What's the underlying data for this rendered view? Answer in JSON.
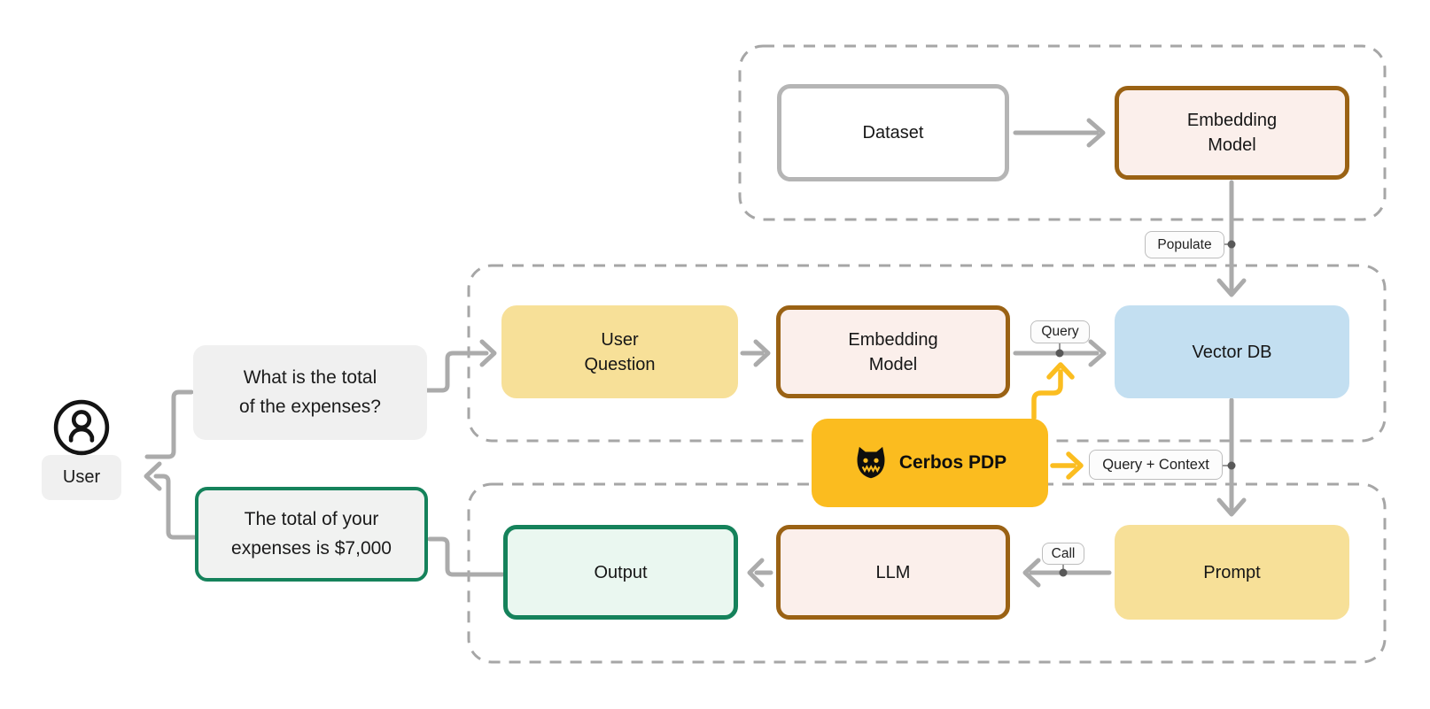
{
  "user": {
    "label": "User",
    "question": "What is the total\nof the expenses?",
    "answer": "The total of your\nexpenses is $7,000"
  },
  "nodes": {
    "dataset": "Dataset",
    "embedding_top": "Embedding\nModel",
    "user_question": "User\nQuestion",
    "embedding_mid": "Embedding\nModel",
    "vector_db": "Vector DB",
    "cerbos": "Cerbos PDP",
    "output": "Output",
    "llm": "LLM",
    "prompt": "Prompt"
  },
  "edge_labels": {
    "populate": "Populate",
    "query": "Query",
    "query_context": "Query + Context",
    "call": "Call"
  },
  "colors": {
    "wire_gray": "#ABABAB",
    "wire_yellow": "#FBBD20",
    "dashed_border": "#A6A6A6",
    "node_pink_fill": "#FBEFEB",
    "node_brown_border": "#9A6214",
    "node_yellow_fill": "#F7E098",
    "node_blue_fill": "#C3DFF1",
    "node_mint_fill": "#EAF7F0",
    "green_border": "#15825B",
    "cerbos_orange": "#FBBC1F",
    "bubble_gray": "#F0F0F0"
  }
}
